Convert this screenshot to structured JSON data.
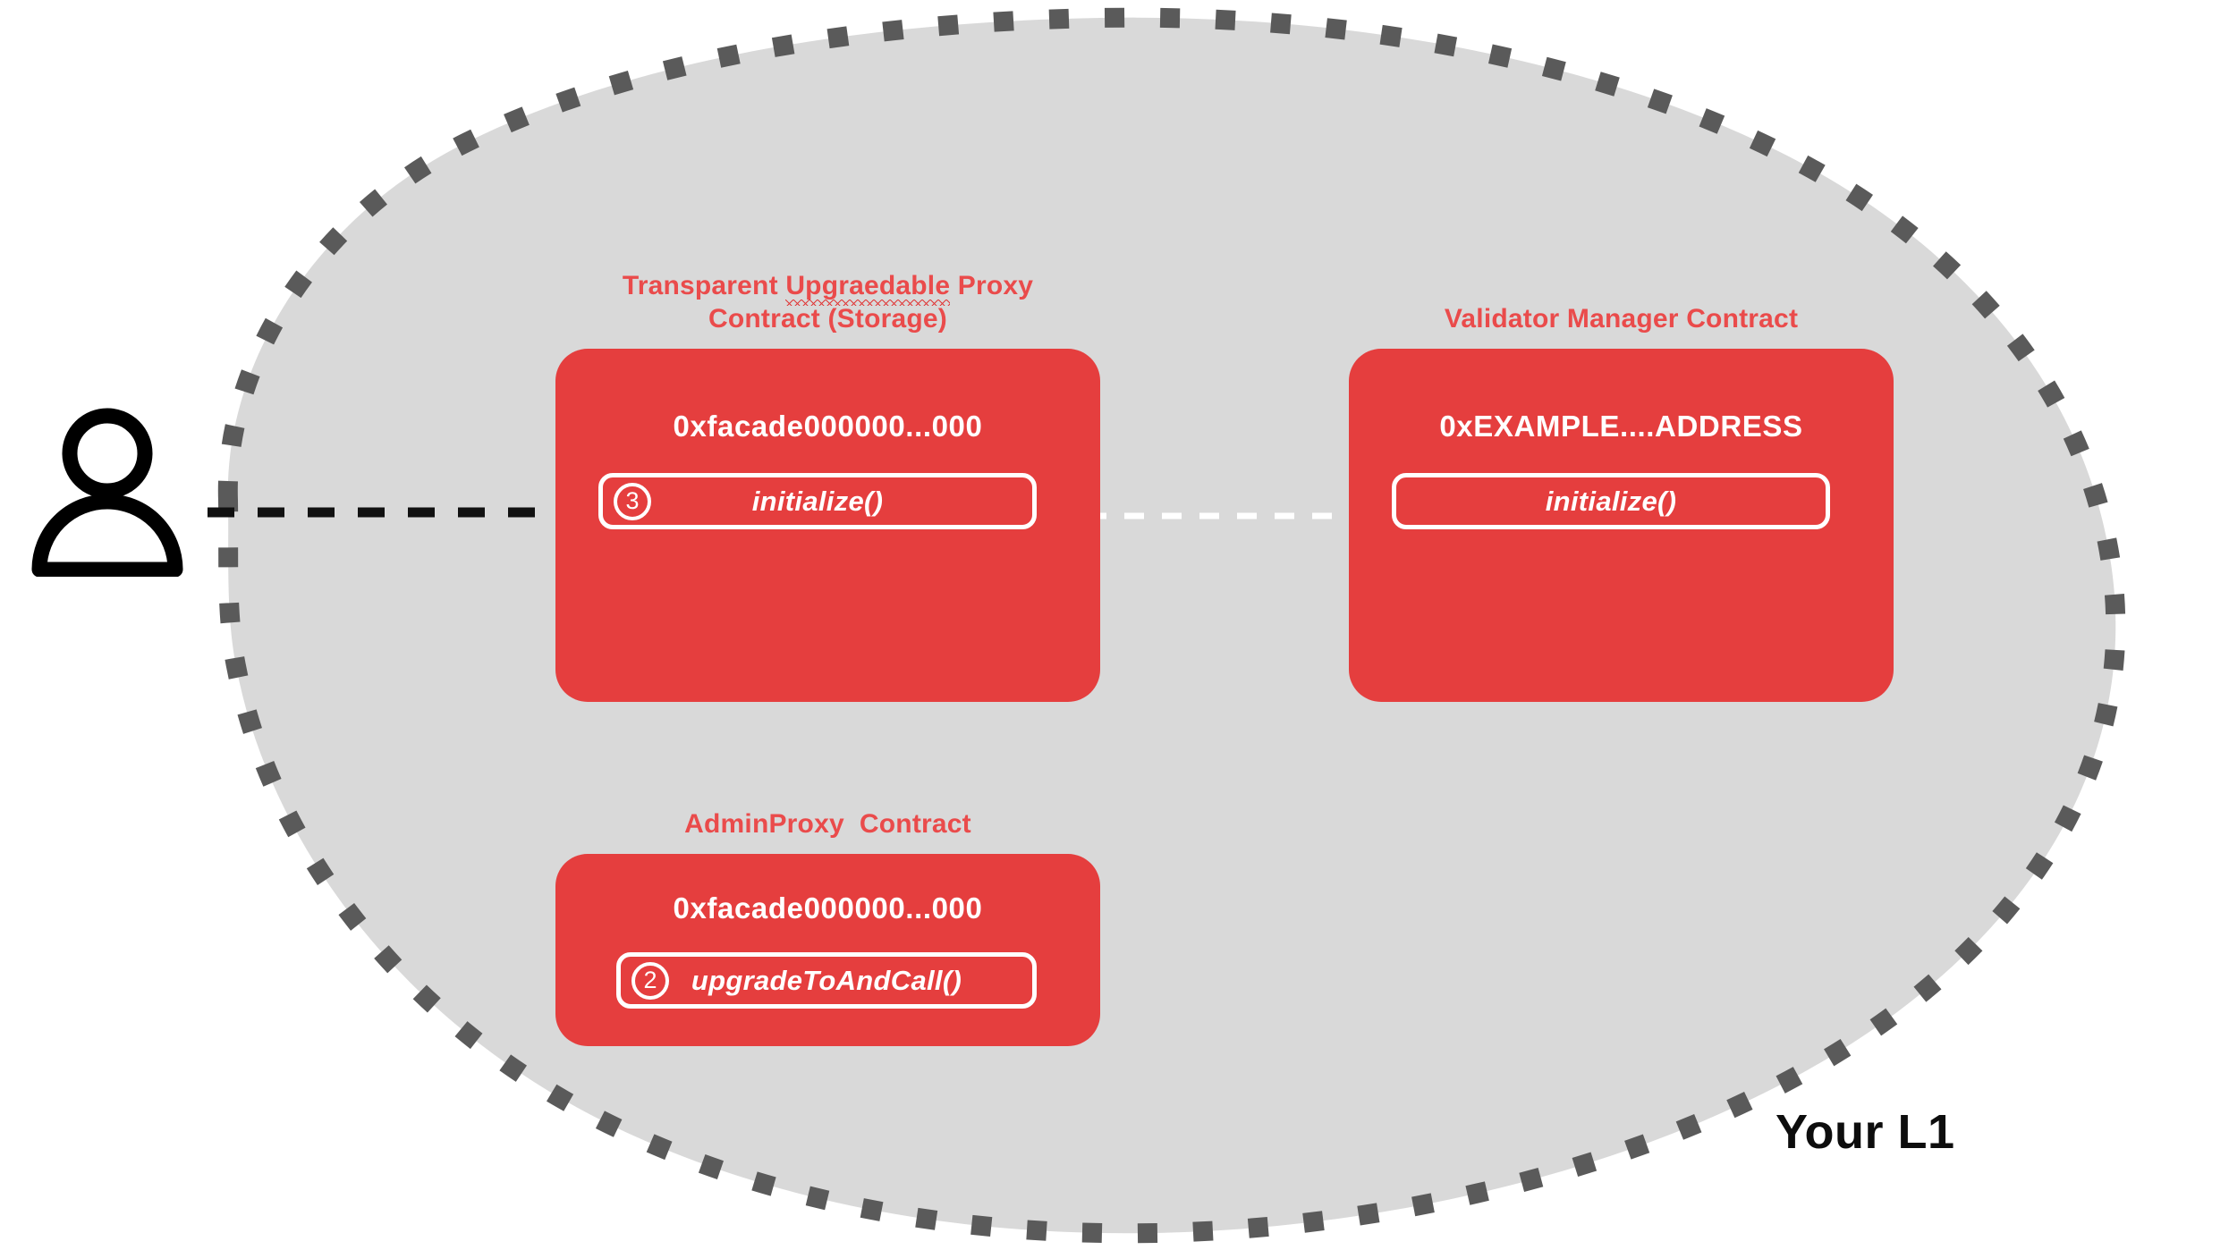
{
  "region": {
    "label": "Your L1",
    "fill_color": "#D9D9D9",
    "border_color": "#5A5A5A",
    "border_style": "dashed"
  },
  "actor": {
    "icon": "user-icon",
    "label": ""
  },
  "accent": {
    "contract_red": "#E53E3E",
    "title_red": "#EA4B4B",
    "white": "#FFFFFF"
  },
  "contracts": [
    {
      "id": "transparent-upgradeable-proxy",
      "title_line_1_pre": "Transparent ",
      "title_line_1_misspelled": "Upgraedable",
      "title_line_1_post": " Proxy",
      "title_line_2": "Contract (Storage)",
      "title_full": "Transparent Upgraedable Proxy Contract (Storage)",
      "address": "0xfacade000000...000",
      "methods": [
        {
          "step": "3",
          "name": "initialize()"
        }
      ]
    },
    {
      "id": "validator-manager",
      "title": "Validator Manager Contract",
      "address": "0xEXAMPLE....ADDRESS",
      "methods": [
        {
          "step": "",
          "name": "initialize()"
        }
      ]
    },
    {
      "id": "admin-proxy",
      "title": "AdminProxy  Contract",
      "address": "0xfacade000000...000",
      "methods": [
        {
          "step": "2",
          "name": "upgradeToAndCall()"
        }
      ]
    }
  ],
  "connections": [
    {
      "id": "user-to-proxy",
      "from": "user",
      "to": "transparent-upgradeable-proxy.initialize()",
      "style": "dashed",
      "color": "#000000",
      "arrowhead": "solid"
    },
    {
      "id": "proxy-to-validator-manager",
      "from": "transparent-upgradeable-proxy.initialize()",
      "to": "validator-manager.initialize()",
      "style": "dashed",
      "color": "#FFFFFF",
      "arrowhead": "open"
    }
  ]
}
